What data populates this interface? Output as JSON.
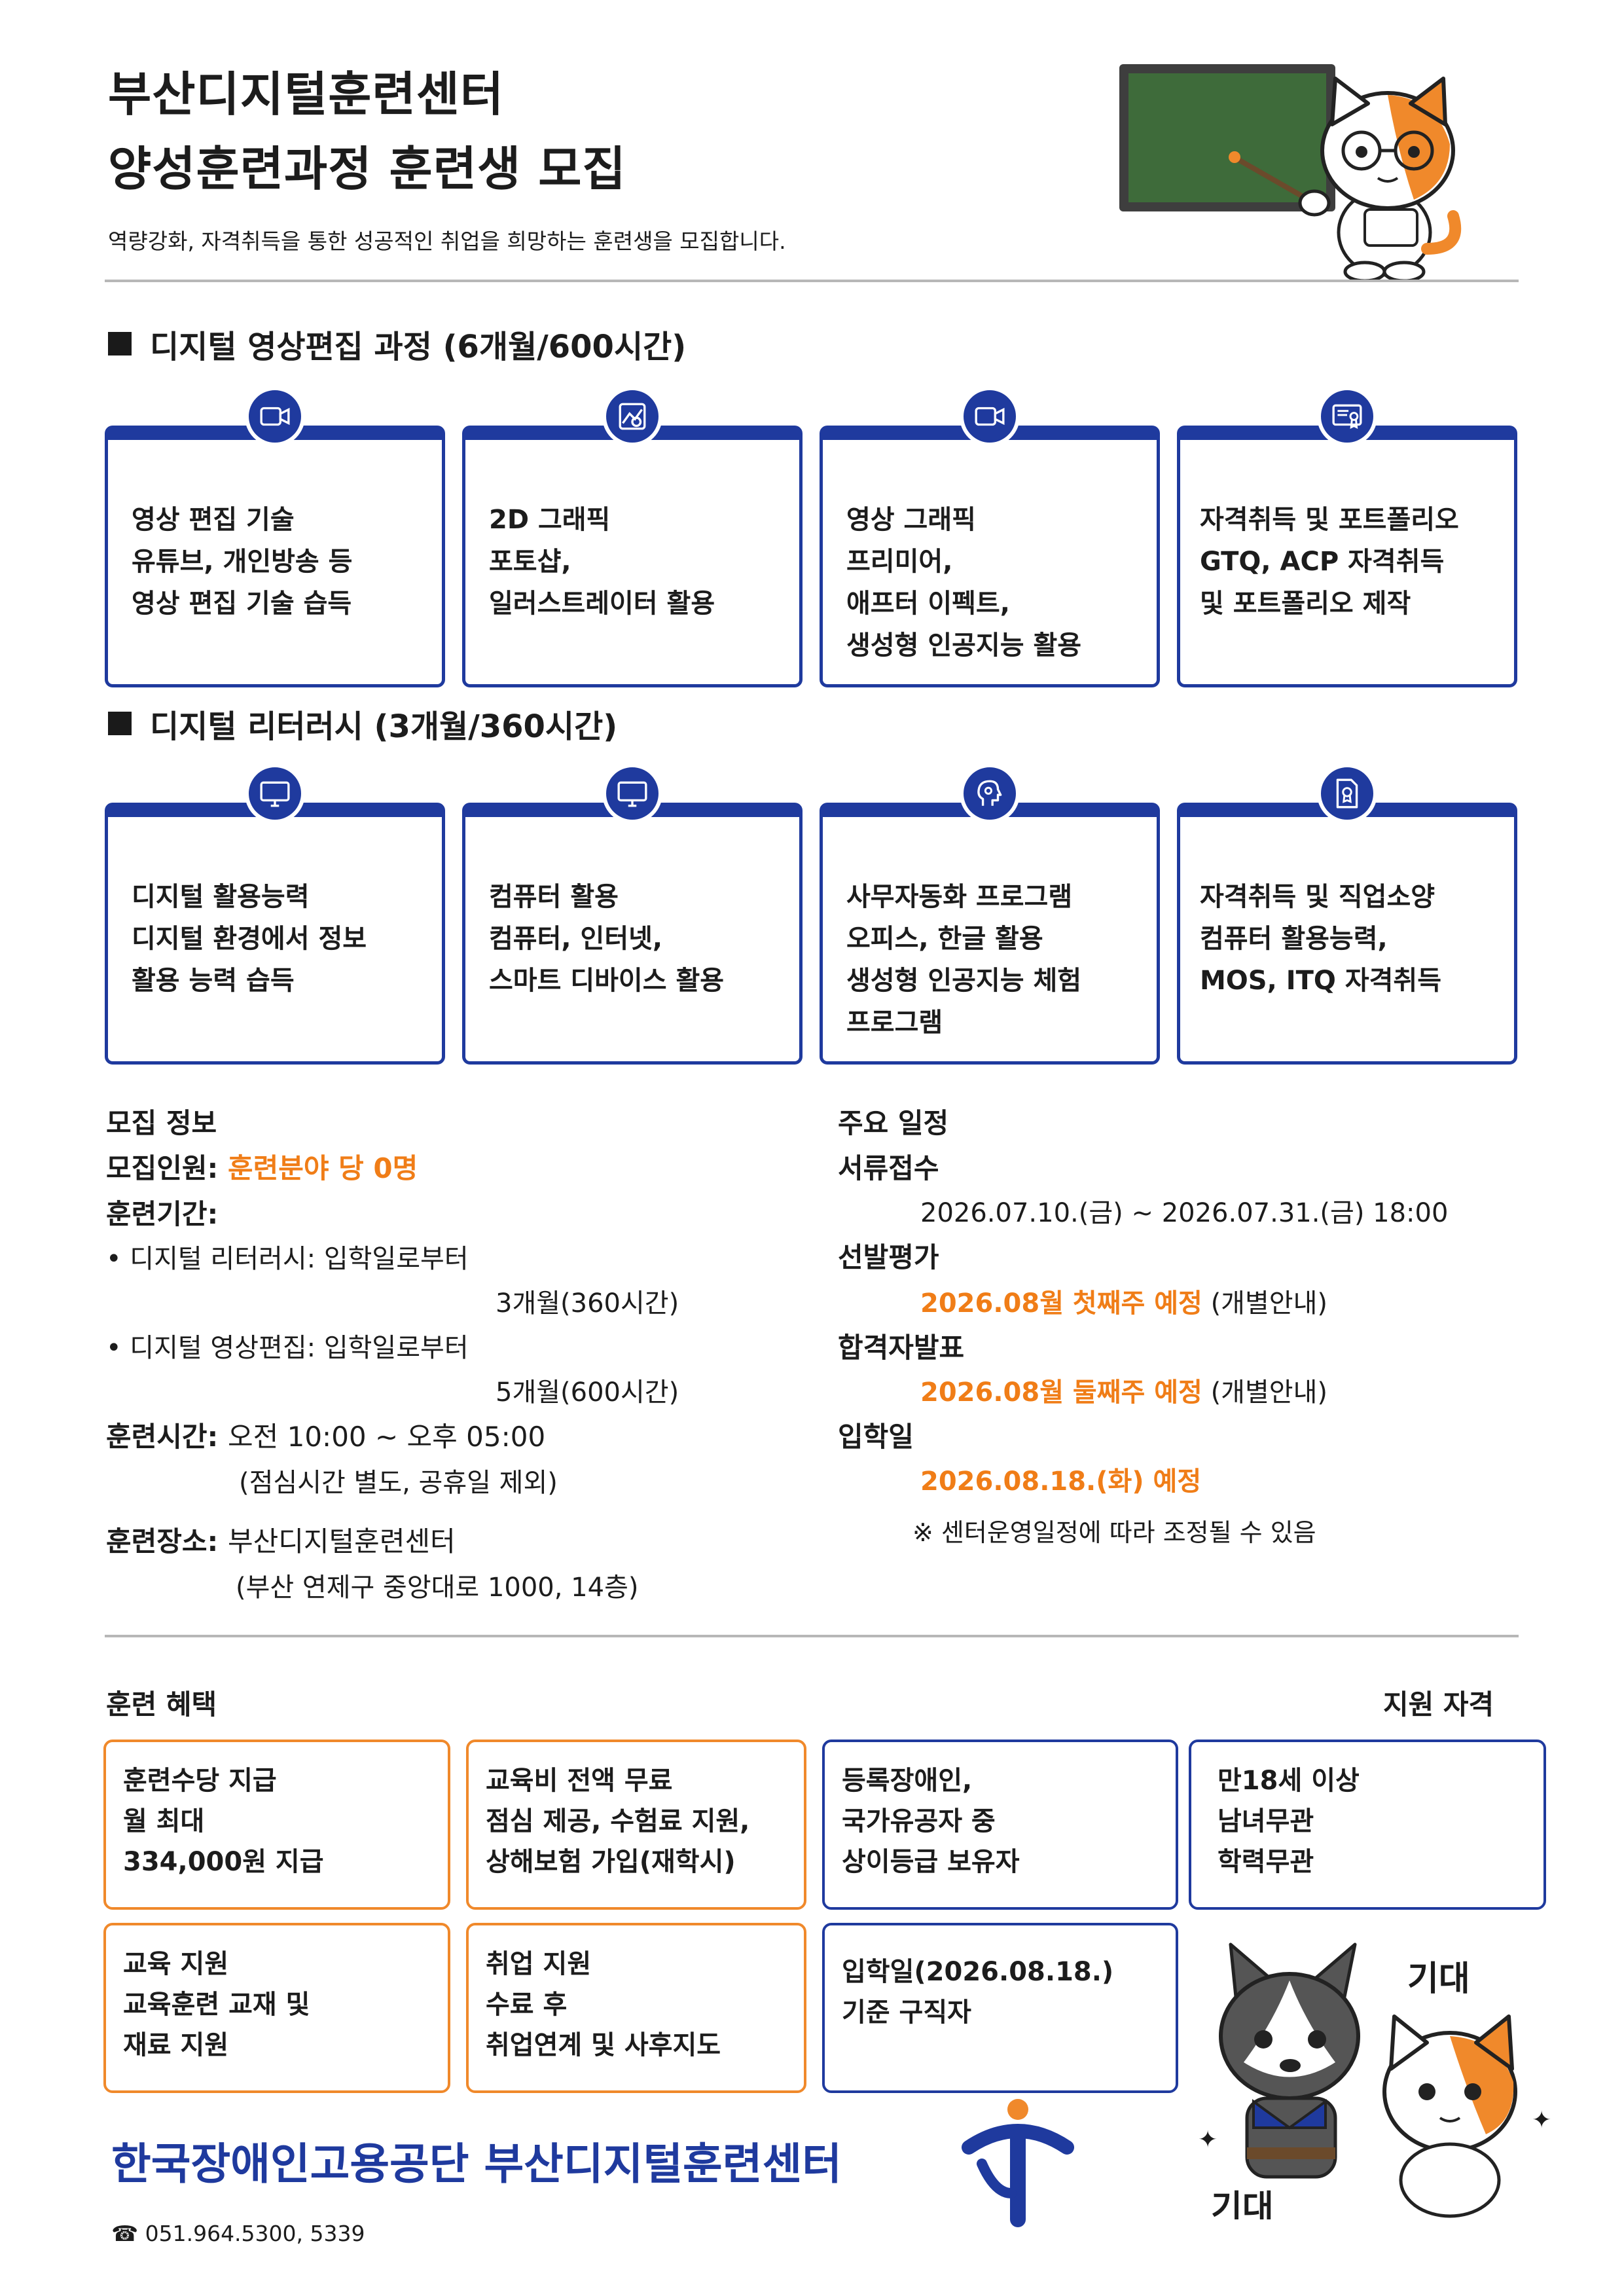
{
  "header": {
    "title_line1": "부산디지털훈련센터",
    "title_line2": "양성훈련과정 훈련생 모집",
    "subtitle": "역량강화, 자격취득을 통한 성공적인 취업을 희망하는 훈련생을 모집합니다."
  },
  "course1": {
    "heading": "디지털 영상편집 과정 (6개월/600시간)",
    "cards": [
      {
        "icon": "video-camera-icon",
        "lines": [
          "영상 편집 기술",
          "유튜브, 개인방송 등",
          "영상 편집 기술 습득"
        ]
      },
      {
        "icon": "graphic-design-icon",
        "lines": [
          "2D 그래픽",
          "포토샵,",
          "일러스트레이터 활용"
        ]
      },
      {
        "icon": "video-camera-icon",
        "lines": [
          "영상 그래픽",
          "프리미어,",
          "애프터 이펙트,",
          "생성형 인공지능 활용"
        ]
      },
      {
        "icon": "certificate-icon",
        "lines": [
          "자격취득 및 포트폴리오",
          "GTQ, ACP 자격취득",
          "및 포트폴리오 제작"
        ]
      }
    ]
  },
  "course2": {
    "heading": "디지털 리터러시 (3개월/360시간)",
    "cards": [
      {
        "icon": "monitor-icon",
        "lines": [
          "디지털 활용능력",
          "디지털 환경에서 정보",
          "활용 능력 습득"
        ]
      },
      {
        "icon": "monitor-icon",
        "lines": [
          "컴퓨터 활용",
          "컴퓨터, 인터넷,",
          "스마트 디바이스 활용"
        ]
      },
      {
        "icon": "ai-head-icon",
        "lines": [
          "사무자동화 프로그램",
          "오피스, 한글 활용",
          "생성형 인공지능 체험",
          "프로그램"
        ]
      },
      {
        "icon": "certificate-doc-icon",
        "lines": [
          "자격취득 및 직업소양",
          "컴퓨터 활용능력,",
          "MOS, ITQ 자격취득"
        ]
      }
    ]
  },
  "recruit": {
    "heading": "모집 정보",
    "count_label": "모집인원:",
    "count_value": "훈련분야 당 0명",
    "period_label": "훈련기간:",
    "period_item1": "• 디지털 리터러시: 입학일로부터",
    "period_item1_value": "3개월(360시간)",
    "period_item2": "• 디지털 영상편집: 입학일로부터",
    "period_item2_value": "5개월(600시간)",
    "time_label": "훈련시간:",
    "time_value": "오전 10:00 ~ 오후 05:00",
    "time_note": "(점심시간 별도, 공휴일 제외)",
    "place_label": "훈련장소:",
    "place_value": "부산디지털훈련센터",
    "place_address": "(부산 연제구 중앙대로 1000, 14층)"
  },
  "schedule": {
    "heading": "주요 일정",
    "doc_label": "서류접수",
    "doc_value": "2026.07.10.(금) ~ 2026.07.31.(금) 18:00",
    "select_label": "선발평가",
    "select_value": "2026.08월 첫째주 예정",
    "select_note": "(개별안내)",
    "announce_label": "합격자발표",
    "announce_value": "2026.08월 둘째주 예정",
    "announce_note": "(개별안내)",
    "entry_label": "입학일",
    "entry_value": "2026.08.18.(화) 예정",
    "entry_note": "※ 센터운영일정에 따라 조정될 수 있음"
  },
  "benefits": {
    "heading": "훈련 혜택",
    "items": [
      {
        "lines": [
          "훈련수당 지급",
          "월 최대",
          "334,000원 지급"
        ]
      },
      {
        "lines": [
          "교육비 전액 무료",
          "점심 제공, 수험료 지원,",
          "상해보험 가입(재학시)"
        ]
      },
      {
        "lines": [
          "교육 지원",
          "교육훈련 교재 및",
          "재료 지원"
        ]
      },
      {
        "lines": [
          "취업 지원",
          "수료 후",
          "취업연계 및 사후지도"
        ]
      }
    ]
  },
  "eligibility": {
    "heading": "지원 자격",
    "items": [
      {
        "lines": [
          "등록장애인,",
          "국가유공자 중",
          "상이등급 보유자"
        ]
      },
      {
        "lines": [
          "만18세 이상",
          "남녀무관",
          "학력무관"
        ]
      },
      {
        "lines": [
          "입학일(2026.08.18.)",
          "기준 구직자"
        ]
      }
    ]
  },
  "characters": {
    "text_left": "기대",
    "text_right": "기대"
  },
  "footer": {
    "org": "한국장애인고용공단 부산디지털훈련센터",
    "tel": "☎ 051.964.5300, 5339"
  },
  "colors": {
    "navy": "#1f3a9e",
    "orange": "#f07d17",
    "board_green": "#3e6b3a"
  }
}
